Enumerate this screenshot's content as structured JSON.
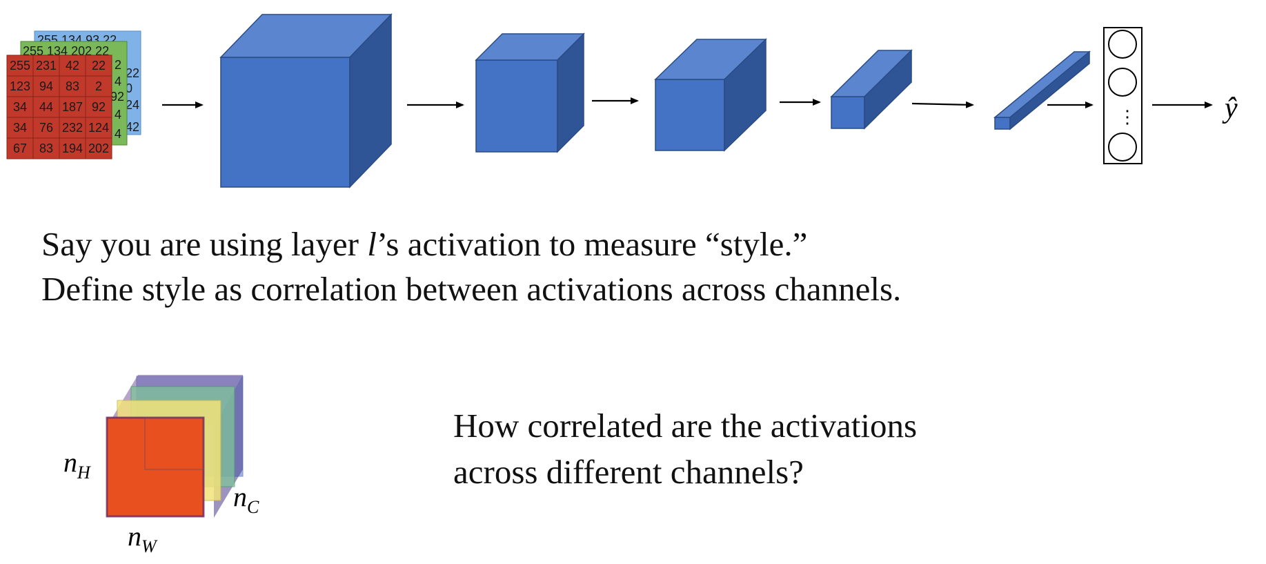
{
  "input_image": {
    "red_rows": [
      [
        "255",
        "231",
        "42",
        "22"
      ],
      [
        "123",
        "94",
        "83",
        "2"
      ],
      [
        "34",
        "44",
        "187",
        "92"
      ],
      [
        "34",
        "76",
        "232",
        "124"
      ],
      [
        "67",
        "83",
        "194",
        "202"
      ]
    ],
    "green_top_row": "255 134 202 22",
    "green_right_col": [
      "2",
      "4",
      "92",
      "4",
      "4"
    ],
    "blue_top_row": "255 134 93 22",
    "blue_right_col": [
      "22",
      "0",
      "24",
      "42"
    ],
    "colors": {
      "red": "#c0392b",
      "green": "#7bb85a",
      "blue": "#7fb3e8"
    }
  },
  "network": {
    "cube_color_front": "#4472c4",
    "cube_color_top": "#5b86cf",
    "cube_color_side": "#2f5597",
    "output_label": "ŷ",
    "fc_dots": "⋮"
  },
  "text": {
    "line1_pre": "Say you are using layer ",
    "line1_var": "l",
    "line1_post": "’s activation to measure “style.”",
    "line2": "Define style as correlation between activations across channels.",
    "question_line1": "How correlated are the activations",
    "question_line2": "across different channels?"
  },
  "volume": {
    "label_height": "n",
    "label_height_sub": "H",
    "label_width": "n",
    "label_width_sub": "W",
    "label_channels": "n",
    "label_channels_sub": "C",
    "colors": {
      "red": "#e8501f",
      "yellow": "#f2e27a",
      "green": "#7fc49a",
      "blue": "#8ea6dc",
      "purple": "#5b2a6e"
    }
  }
}
